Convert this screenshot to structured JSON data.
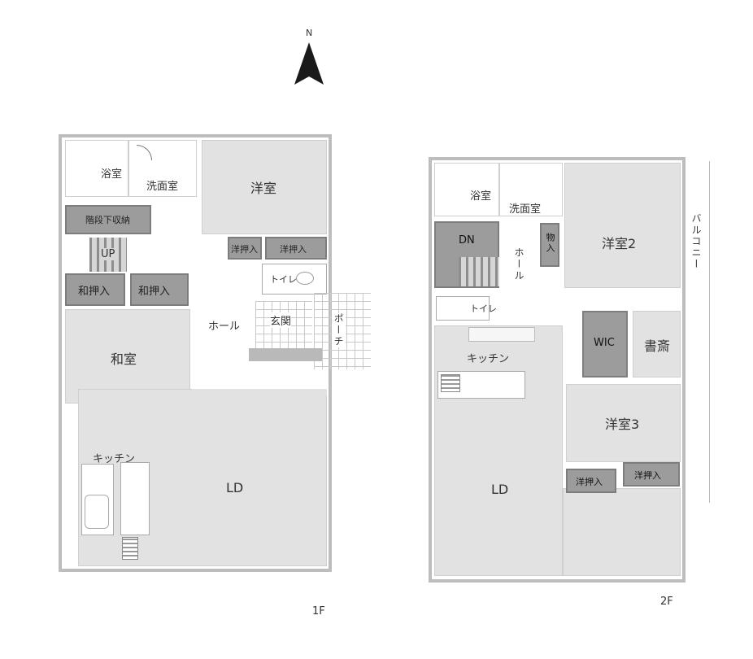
{
  "compass": {
    "letter": "N"
  },
  "floor1": {
    "caption": "1F",
    "rooms": {
      "bath": "浴室",
      "washroom": "洗面室",
      "western": "洋室",
      "stair_storage": "階段下収納",
      "up": "UP",
      "closet_w1": "洋押入",
      "closet_w2": "洋押入",
      "closet_j1": "和押入",
      "closet_j2": "和押入",
      "toilet": "トイレ",
      "hall": "ホール",
      "entrance": "玄関",
      "porch": "ポーチ",
      "japanese": "和室",
      "kitchen": "キッチン",
      "ld": "LD"
    }
  },
  "floor2": {
    "caption": "2F",
    "rooms": {
      "bath": "浴室",
      "washroom": "洗面室",
      "western2": "洋室2",
      "balcony": "バルコニー",
      "dn": "DN",
      "storage": "物入",
      "hall": "ホール",
      "toilet": "トイレ",
      "wic": "WIC",
      "study": "書斎",
      "kitchen": "キッチン",
      "western3": "洋室3",
      "closet1": "洋押入",
      "closet2": "洋押入",
      "ld": "LD"
    }
  }
}
